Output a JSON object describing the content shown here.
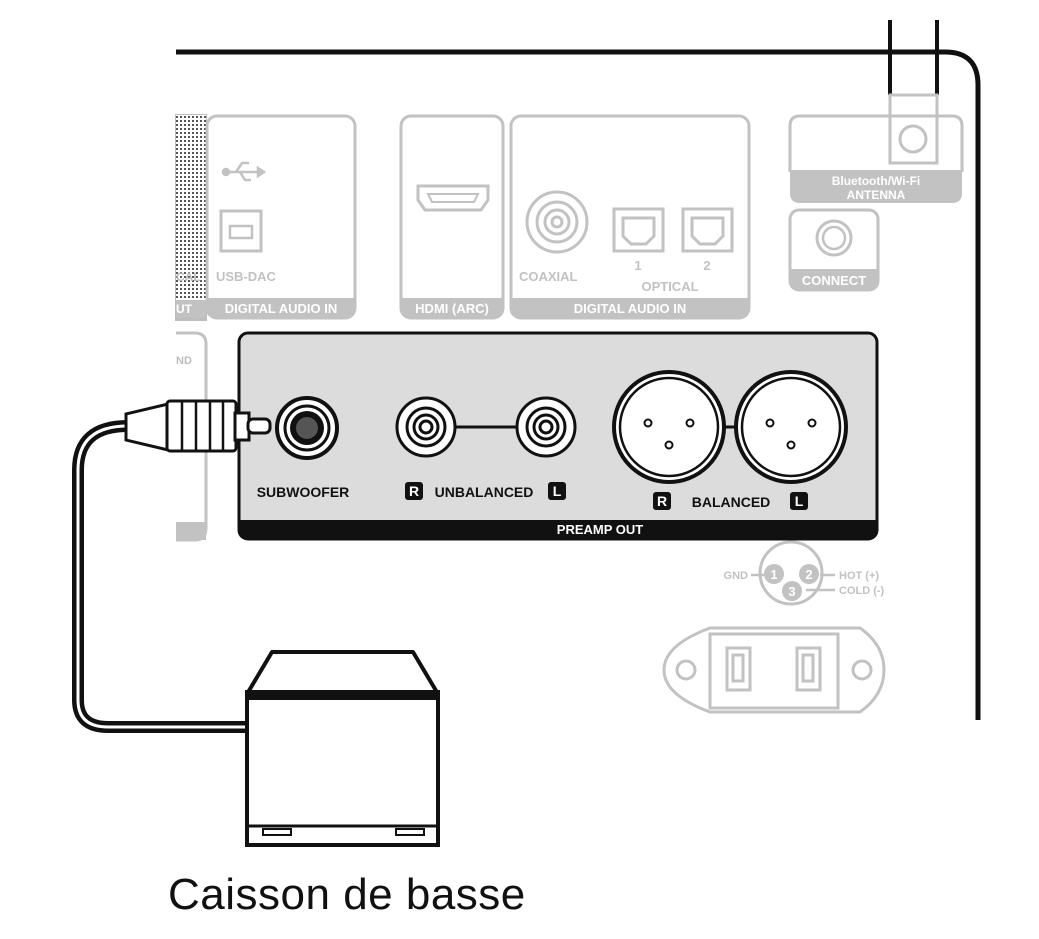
{
  "panel": {
    "optical_left_partial": "CAL",
    "out_partial": "UT",
    "gnd_partial": "ND",
    "usb_dac": "USB-DAC",
    "digital_audio_in_usb": "DIGITAL AUDIO IN",
    "hdmi_arc": "HDMI (ARC)",
    "coaxial": "COAXIAL",
    "optical_1": "1",
    "optical_2": "2",
    "optical": "OPTICAL",
    "digital_audio_in": "DIGITAL AUDIO IN",
    "bt_antenna_line1": "Bluetooth/Wi-Fi",
    "bt_antenna_line2": "ANTENNA",
    "connect": "CONNECT"
  },
  "preamp": {
    "subwoofer": "SUBWOOFER",
    "unbalanced_r": "R",
    "unbalanced": "UNBALANCED",
    "unbalanced_l": "L",
    "balanced_r": "R",
    "balanced": "BALANCED",
    "balanced_l": "L",
    "preamp_out": "PREAMP OUT"
  },
  "xlr_pinout": {
    "gnd": "GND",
    "pin1": "1",
    "pin2": "2",
    "pin3": "3",
    "hot": "HOT (+)",
    "cold": "COLD (-)"
  },
  "caption": "Caisson de basse",
  "colors": {
    "panel_gray": "#dcdcdc",
    "faded_gray": "#c2c2c2",
    "ink": "#111111"
  }
}
